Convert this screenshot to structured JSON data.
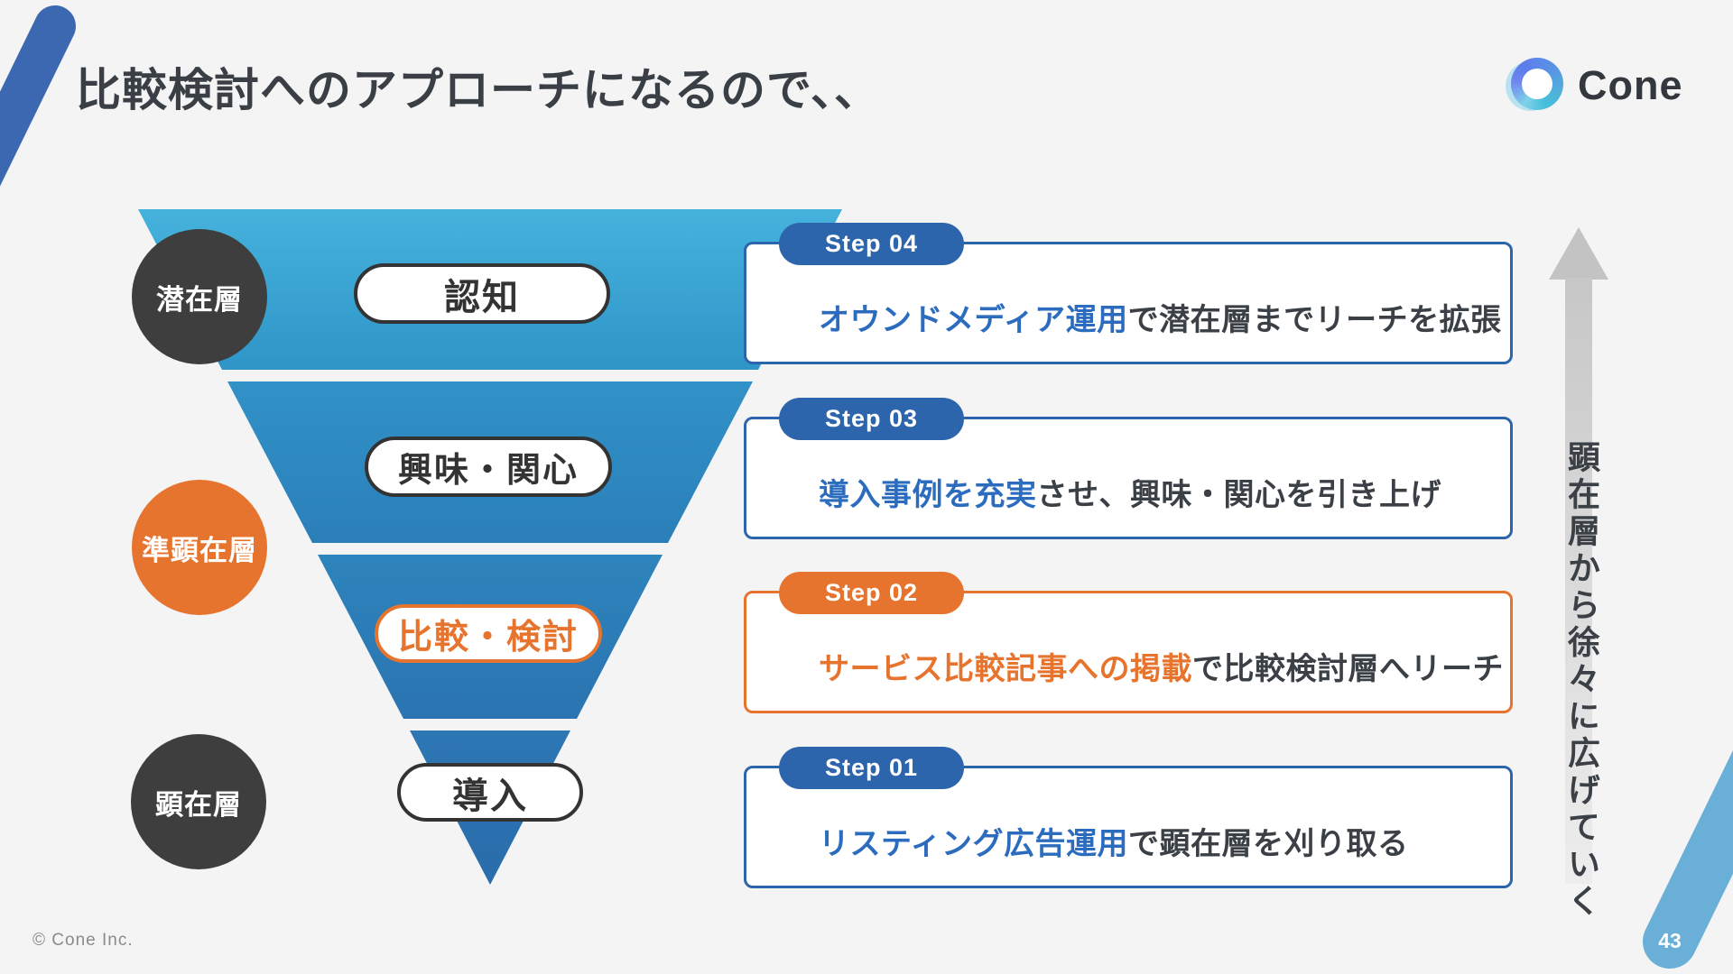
{
  "slide": {
    "title": "比較検討へのアプローチになるので、、",
    "copyright": "© Cone Inc.",
    "page_number": "43",
    "logo_text": "Cone"
  },
  "colors": {
    "background": "#f4f4f5",
    "title_text": "#3a3f46",
    "accent_blue": "#2d65ad",
    "highlight_blue": "#2b6cbf",
    "accent_orange": "#e7742e",
    "dark_circle": "#3e3e3e",
    "funnel_top": "#44b1dc",
    "funnel_bottom": "#2a6cab",
    "arrow_gray": "#c3c3c3",
    "corner_stripe_tl": "#3c68b1",
    "corner_stripe_br": "#69afd7"
  },
  "funnel": {
    "stages": [
      {
        "label": "認知"
      },
      {
        "label": "興味・関心"
      },
      {
        "label": "比較・検討"
      },
      {
        "label": "導入"
      }
    ],
    "audience_labels": [
      {
        "label": "潜在層"
      },
      {
        "label": "準顕在層"
      },
      {
        "label": "顕在層"
      }
    ]
  },
  "steps": [
    {
      "badge": "Step 04",
      "highlight": "オウンドメディア運用",
      "rest": "で潜在層までリーチを拡張",
      "theme": "blue"
    },
    {
      "badge": "Step 03",
      "highlight": "導入事例を充実",
      "rest": "させ、興味・関心を引き上げ",
      "theme": "blue"
    },
    {
      "badge": "Step 02",
      "highlight": "サービス比較記事への掲載",
      "rest": "で比較検討層へリーチ",
      "theme": "orange"
    },
    {
      "badge": "Step 01",
      "highlight": "リスティング広告運用",
      "rest": "で顕在層を刈り取る",
      "theme": "blue"
    }
  ],
  "side_note": {
    "text": "顕在層から徐々に広げていく"
  }
}
